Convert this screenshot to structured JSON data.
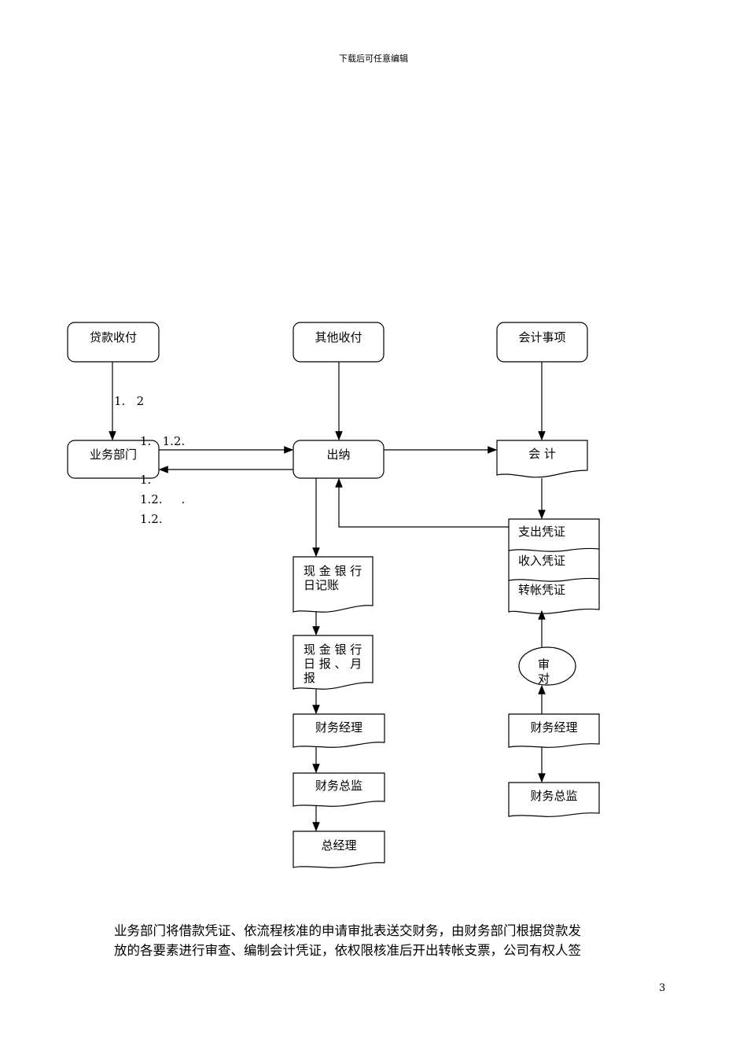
{
  "header": "下载后可任意编辑",
  "flow": {
    "loan": "贷款收付",
    "other": "其他收付",
    "acct_items": "会计事项",
    "biz": "业务部门",
    "cashier": "出纳",
    "accounting": "会 计",
    "v1": "支出凭证",
    "v2": "收入凭证",
    "v3": "转帐凭证",
    "journal": "现 金 银 行\n日记账",
    "report": "现 金 银 行\n日 报 、 月\n报",
    "fm_left": "财务经理",
    "fd_left": "财务总监",
    "gm": "总经理",
    "audit": "审\n对",
    "fm_right": "财务经理",
    "fd_right": "财务总监",
    "n1": "1.   2",
    "n2": "1.   1.2.",
    "n3": "1.",
    "n4": "1.2.     .",
    "n5": "1.2."
  },
  "body": {
    "line1": "业务部门将借款凭证、依流程核准的申请审批表送交财务，由财务部门根据贷款发",
    "line2": "放的各要素进行审查、编制会计凭证，依权限核准后开出转帐支票，公司有权人签"
  },
  "page_number": "3"
}
